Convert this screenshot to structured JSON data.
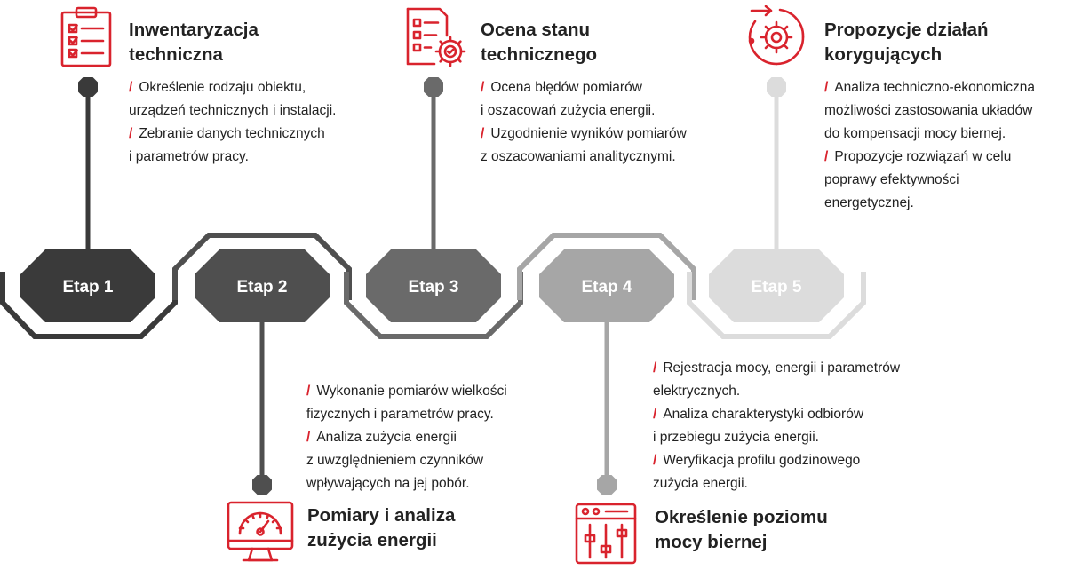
{
  "colors": {
    "accent": "#d9232d",
    "stage_1": "#3a3a3a",
    "stage_2": "#4f4f4f",
    "stage_3": "#6a6a6a",
    "stage_4": "#a6a6a6",
    "stage_5": "#dcdcdc",
    "text": "#222222"
  },
  "stages": [
    {
      "label": "Etap 1",
      "title_lines": [
        "Inwentaryzacja",
        "techniczna"
      ],
      "icon": "clipboard-checklist-icon",
      "bullets": [
        [
          "Określenie rodzaju obiektu,",
          "urządzeń technicznych i instalacji."
        ],
        [
          "Zebranie danych technicznych",
          "i parametrów pracy."
        ]
      ]
    },
    {
      "label": "Etap 2",
      "title_lines": [
        "Pomiary i analiza",
        "zużycia energii"
      ],
      "icon": "gauge-monitor-icon",
      "bullets": [
        [
          "Wykonanie pomiarów wielkości",
          "fizycznych i parametrów pracy."
        ],
        [
          "Analiza zużycia energii",
          "z uwzględnieniem czynników",
          "wpływających na jej pobór."
        ]
      ]
    },
    {
      "label": "Etap 3",
      "title_lines": [
        "Ocena stanu",
        "technicznego"
      ],
      "icon": "document-gear-icon",
      "bullets": [
        [
          "Ocena błędów pomiarów",
          "i oszacowań zużycia energii."
        ],
        [
          "Uzgodnienie wyników pomiarów",
          "z oszacowaniami analitycznymi."
        ]
      ]
    },
    {
      "label": "Etap 4",
      "title_lines": [
        "Określenie poziomu",
        "mocy biernej"
      ],
      "icon": "control-panel-sliders-icon",
      "bullets": [
        [
          "Rejestracja mocy, energii i parametrów",
          "elektrycznych."
        ],
        [
          "Analiza charakterystyki odbiorów",
          "i przebiegu zużycia energii."
        ],
        [
          "Weryfikacja profilu godzinowego",
          "zużycia energii."
        ]
      ]
    },
    {
      "label": "Etap 5",
      "title_lines": [
        "Propozycje działań",
        "korygujących"
      ],
      "icon": "gear-cycle-icon",
      "bullets": [
        [
          "Analiza techniczno-ekonomiczna",
          "możliwości zastosowania układów",
          "do kompensacji mocy biernej."
        ],
        [
          "Propozycje rozwiązań w celu",
          "poprawy efektywności",
          "energetycznej."
        ]
      ]
    }
  ]
}
